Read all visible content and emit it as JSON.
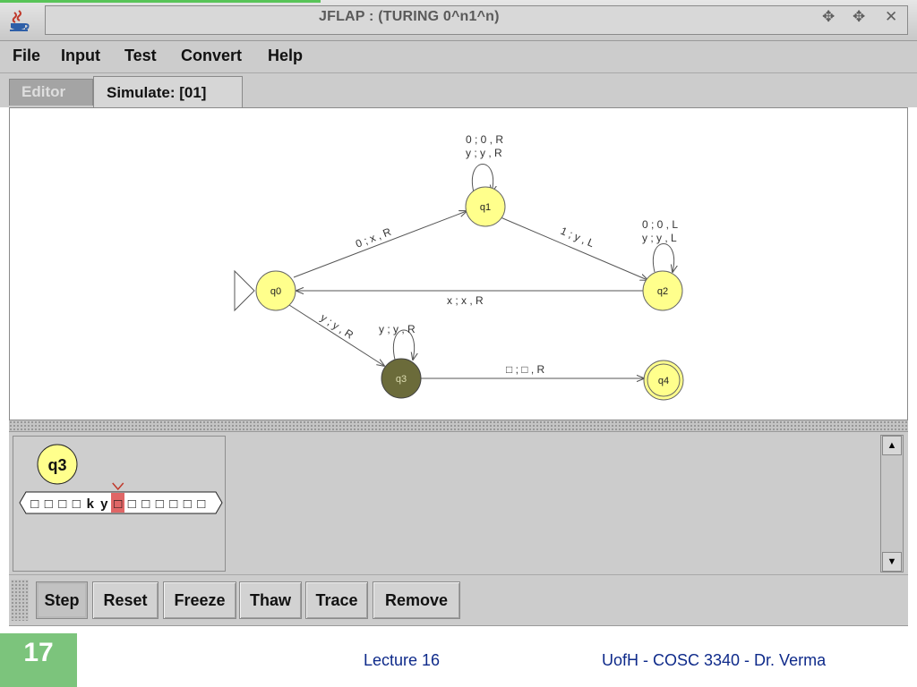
{
  "window": {
    "title": "JFLAP : (TURING 0^n1^n)",
    "controls": [
      {
        "name": "minimize-icon",
        "glyph": "✥"
      },
      {
        "name": "maximize-icon",
        "glyph": "✥"
      },
      {
        "name": "close-icon",
        "glyph": "✕"
      }
    ]
  },
  "menu": [
    "File",
    "Input",
    "Test",
    "Convert",
    "Help"
  ],
  "tabs": {
    "editor": "Editor",
    "simulate": "Simulate: [01]"
  },
  "diagram": {
    "states": [
      {
        "id": "q0",
        "label": "q0",
        "initial": true,
        "final": false,
        "active": false
      },
      {
        "id": "q1",
        "label": "q1",
        "initial": false,
        "final": false,
        "active": false
      },
      {
        "id": "q2",
        "label": "q2",
        "initial": false,
        "final": false,
        "active": false
      },
      {
        "id": "q3",
        "label": "q3",
        "initial": false,
        "final": false,
        "active": true
      },
      {
        "id": "q4",
        "label": "q4",
        "initial": false,
        "final": true,
        "active": false
      }
    ],
    "transitions": [
      {
        "from": "q0",
        "to": "q1",
        "label": "0 ; x , R"
      },
      {
        "from": "q1",
        "to": "q2",
        "label": "1 ; y , L"
      },
      {
        "from": "q2",
        "to": "q0",
        "label": "x ; x , R"
      },
      {
        "from": "q0",
        "to": "q3",
        "label": "y ; y , R"
      },
      {
        "from": "q3",
        "to": "q4",
        "label": "□ ; □ , R"
      }
    ],
    "loops": [
      {
        "state": "q1",
        "labels": [
          "0 ; 0 , R",
          "y ; y , R"
        ]
      },
      {
        "state": "q2",
        "labels": [
          "0 ; 0 , L",
          "y ; y , L"
        ]
      },
      {
        "state": "q3",
        "labels": [
          "y ; y , R"
        ]
      }
    ],
    "colors": {
      "state_fill": "#ffff8c",
      "active_fill": "#6b6b3a",
      "edge": "#555555",
      "tape_head": "#e06666"
    }
  },
  "simulation": {
    "current_state": "q3",
    "tape": [
      "□",
      "□",
      "□",
      "□",
      "k",
      "y",
      "□",
      "□",
      "□",
      "□",
      "□",
      "□",
      "□"
    ],
    "head_index": 6
  },
  "buttons": [
    "Step",
    "Reset",
    "Freeze",
    "Thaw",
    "Trace",
    "Remove"
  ],
  "footer": {
    "slide_number": "17",
    "lecture": "Lecture 16",
    "course": "UofH - COSC 3340 - Dr. Verma"
  }
}
